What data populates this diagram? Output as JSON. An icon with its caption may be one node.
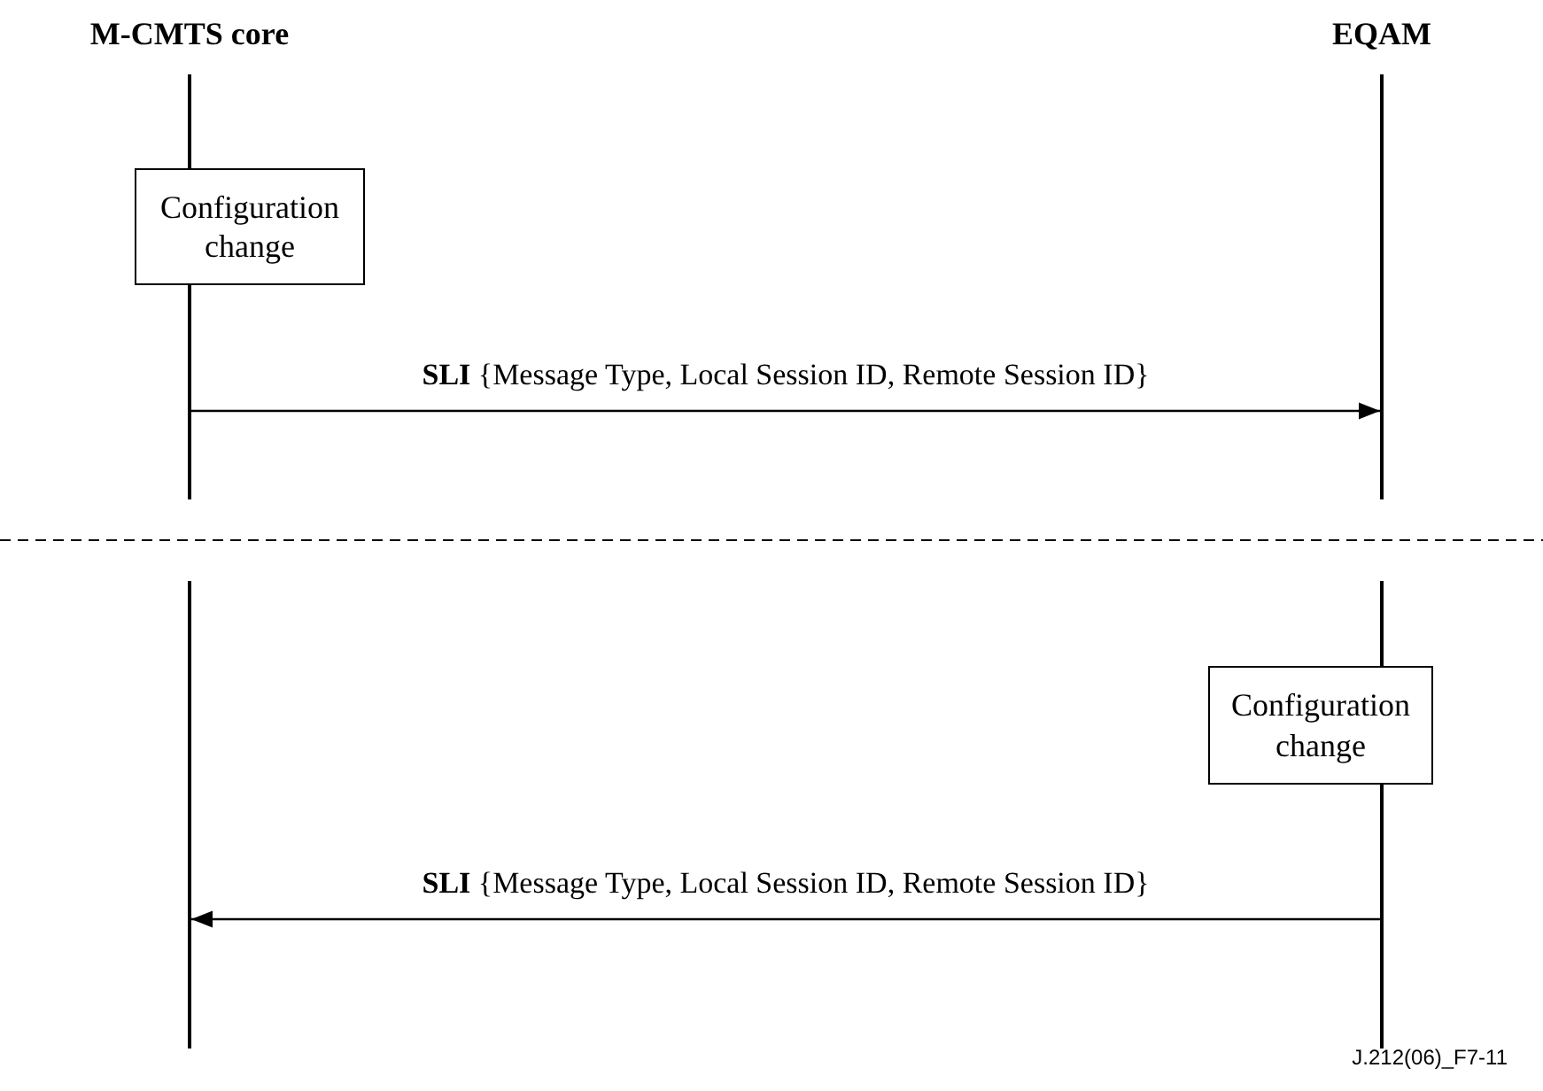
{
  "diagram": {
    "nodes": [
      {
        "text": [
          "M-CMTS core"
        ]
      },
      {
        "text": [
          "EQAM"
        ]
      },
      {
        "text": [],
        "shape": "bar"
      },
      {
        "text": [],
        "shape": "bar"
      },
      {
        "text": [
          "Configuration change"
        ]
      },
      {
        "text": [],
        "shape": "bar"
      },
      {
        "text": [],
        "shape": "bar"
      },
      {
        "text": [
          "Configuration change"
        ]
      }
    ],
    "edges": [
      {
        "from": 2,
        "to": 3,
        "arrow": "to",
        "label": "**SLI** {Message Type, Local Session ID, Remote Session ID}"
      },
      {
        "from": 6,
        "to": 5,
        "arrow": "to",
        "label": "**SLI** {Message Type, Local Session ID, Remote Session ID}"
      }
    ],
    "labels": [
      "J.212(06)_F7-11"
    ]
  }
}
